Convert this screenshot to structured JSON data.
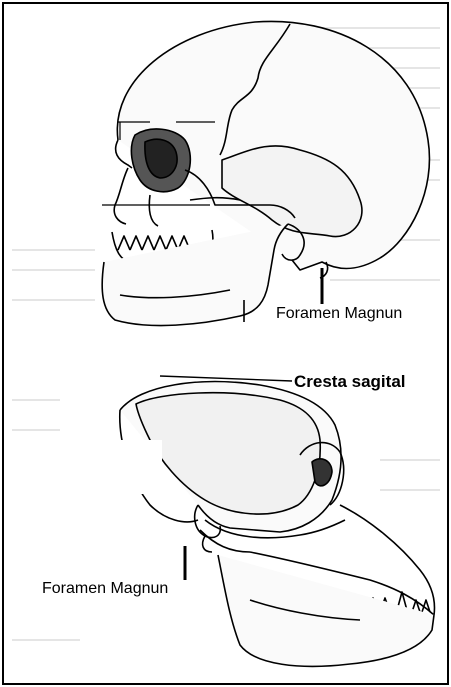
{
  "labels": {
    "foramen_top": "Foramen Magnun",
    "cresta": "Cresta sagital",
    "foramen_bottom": "Foramen Magnun"
  },
  "colors": {
    "background": "#ffffff",
    "ink": "#000000",
    "ghost_text": "#d4d4d4",
    "frame": "#000000"
  }
}
